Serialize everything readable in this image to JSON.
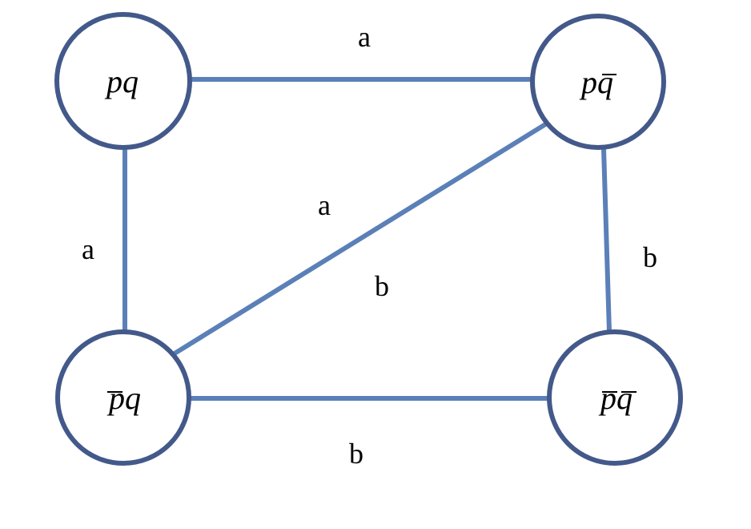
{
  "colors": {
    "edge": "#5b80b8",
    "node_outline": "#43598a",
    "text": "#000000",
    "background": "#ffffff"
  },
  "nodes": [
    {
      "id": "pq",
      "base": "pq",
      "overlined": []
    },
    {
      "id": "p-notq",
      "base": "pq",
      "overlined": [
        "q"
      ]
    },
    {
      "id": "notp-q",
      "base": "pq",
      "overlined": [
        "p"
      ]
    },
    {
      "id": "notp-notq",
      "base": "pq",
      "overlined": [
        "p",
        "q"
      ]
    }
  ],
  "edges": [
    {
      "from": "pq",
      "to": "p-notq",
      "label": "a"
    },
    {
      "from": "pq",
      "to": "notp-q",
      "label": "a"
    },
    {
      "from": "p-notq",
      "to": "notp-notq",
      "label": "b"
    },
    {
      "from": "notp-q",
      "to": "notp-notq",
      "label": "b"
    },
    {
      "from": "notp-q",
      "to": "p-notq",
      "labels": [
        "a",
        "b"
      ]
    }
  ],
  "labels": {
    "top": "a",
    "left": "a",
    "right": "b",
    "bottom": "b",
    "diagonal_upper": "a",
    "diagonal_lower": "b"
  }
}
